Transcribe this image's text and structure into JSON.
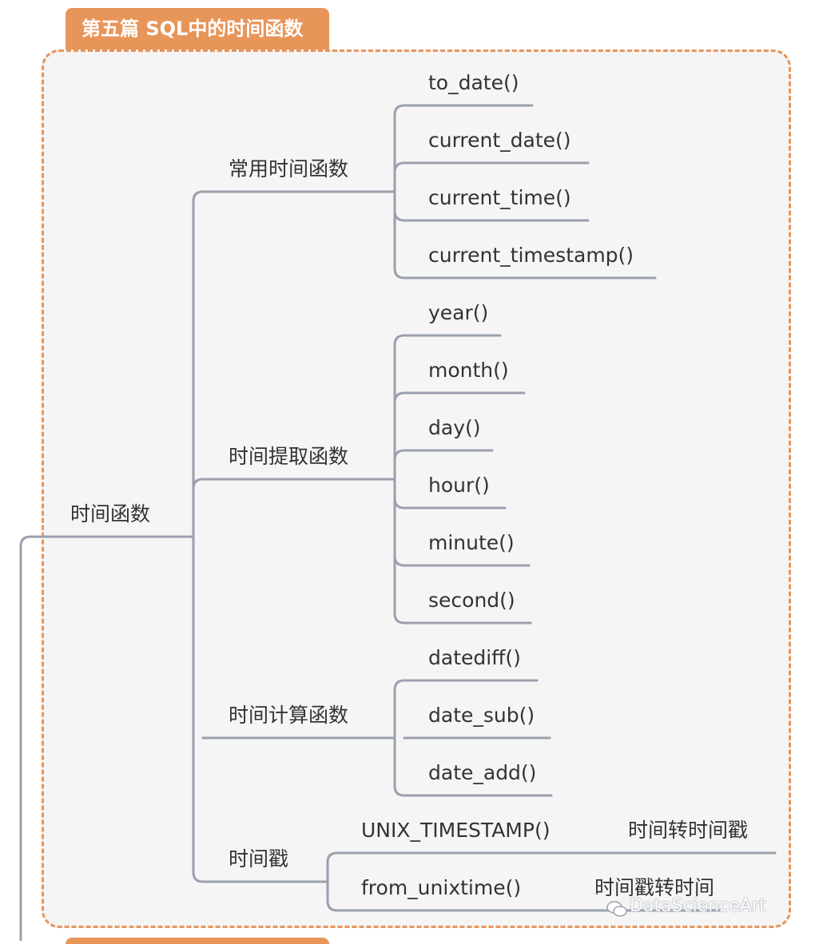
{
  "title": "第五篇 SQL中的时间函数",
  "root": "时间函数",
  "branches": [
    {
      "label": "常用时间函数",
      "children": [
        "to_date()",
        "current_date()",
        "current_time()",
        "current_timestamp()"
      ]
    },
    {
      "label": "时间提取函数",
      "children": [
        "year()",
        "month()",
        "day()",
        "hour()",
        "minute()",
        "second()"
      ]
    },
    {
      "label": "时间计算函数",
      "children": [
        "datediff()",
        "date_sub()",
        "date_add()"
      ]
    },
    {
      "label": "时间戳",
      "children": [
        {
          "label": "UNIX_TIMESTAMP()",
          "note": "时间转时间戳"
        },
        {
          "label": "from_unixtime()",
          "note": "时间戳转时间"
        }
      ]
    }
  ],
  "watermark": "DataScienceArt",
  "colors": {
    "accent": "#e8955a",
    "line": "#9aa0ad",
    "text": "#333333",
    "background": "#f5f5f5"
  }
}
